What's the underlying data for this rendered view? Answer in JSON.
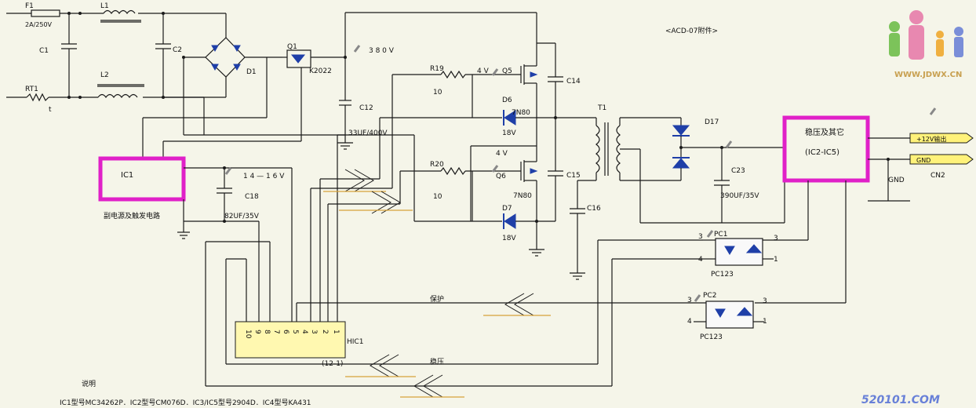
{
  "title": "<ACD-07附件>",
  "components": {
    "F1": {
      "ref": "F1",
      "value": "2A/250V"
    },
    "C1": {
      "ref": "C1"
    },
    "RT1": {
      "ref": "RT1",
      "value": "t"
    },
    "L1": {
      "ref": "L1"
    },
    "L2": {
      "ref": "L2"
    },
    "C2": {
      "ref": "C2"
    },
    "D1": {
      "ref": "D1"
    },
    "Q1": {
      "ref": "Q1",
      "value": "K2022"
    },
    "C12": {
      "ref": "C12",
      "value": "33UF/400V"
    },
    "R19": {
      "ref": "R19",
      "value": "10"
    },
    "R20": {
      "ref": "R20",
      "value": "10"
    },
    "Q5": {
      "ref": "Q5"
    },
    "Q6": {
      "ref": "Q6"
    },
    "D6": {
      "ref": "D6",
      "value": "18V"
    },
    "D7": {
      "ref": "D7",
      "value": "18V"
    },
    "mosfet_type": "7N80",
    "C14": {
      "ref": "C14"
    },
    "C15": {
      "ref": "C15"
    },
    "C16": {
      "ref": "C16"
    },
    "T1": {
      "ref": "T1"
    },
    "D17": {
      "ref": "D17"
    },
    "C23": {
      "ref": "C23",
      "value": "390UF/35V"
    },
    "C18": {
      "ref": "C18",
      "value": "82UF/35V"
    },
    "PC1": {
      "ref": "PC1",
      "value": "PC123"
    },
    "PC2": {
      "ref": "PC2",
      "value": "PC123"
    },
    "HIC1": {
      "ref": "HIC1",
      "value": "(12-1)"
    }
  },
  "voltages": {
    "hv": "3 8 0 V",
    "gate1": "4 V",
    "gate2": "4 V",
    "vcc": "1 4 — 1 6 V"
  },
  "blocks": {
    "ic1": {
      "label": "IC1",
      "caption": "副电源及触发电路"
    },
    "reg": {
      "label": "稳压及其它",
      "sub": "(IC2-IC5)"
    }
  },
  "outputs": {
    "v12": "+12V输出",
    "gnd": "GND",
    "gnd_net": "GND",
    "connector": "CN2"
  },
  "signals": {
    "protect": "保护",
    "regulate": "稳压"
  },
  "opto_pins": {
    "p1": "1",
    "p3": "3",
    "p4": "4"
  },
  "hic_pins": [
    "10",
    "9",
    "8",
    "7",
    "6",
    "5",
    "4",
    "3",
    "2",
    "1"
  ],
  "notes": {
    "heading": "说明",
    "text": "IC1型号MC34262P．IC2型号CM076D．IC3/IC5型号2904D．IC4型号KA431"
  },
  "watermarks": {
    "site": "WWW.JDWX.CN",
    "bottom": "520101.COM"
  },
  "colors": {
    "wire": "#1a1a1a",
    "component": "#1f3fa8",
    "highlight": "#e020c8",
    "arrow": "#d8a23a",
    "output_tag": "#fff27a"
  }
}
